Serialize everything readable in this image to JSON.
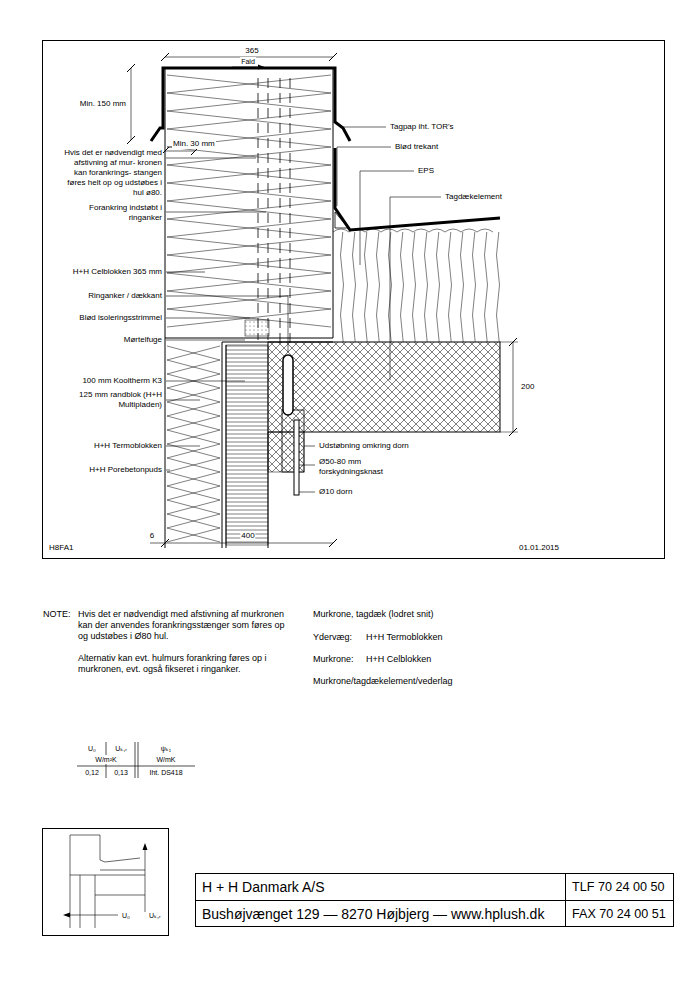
{
  "diagram": {
    "nodes": [
      {
        "text": [
          "H + H Danmark A/S",
          "Bushøjvænget 129 — 8270 Højbjerg — www.hplush.dk"
        ]
      },
      {
        "text": [
          "TLF 70 24 00 50",
          "FAX 70 24 00 51"
        ]
      }
    ],
    "labels": [
      "365",
      "Fald",
      "Min. 150 mm",
      "Min. 30 mm",
      "Hvis det er nødvendigt med afstivning af mur- kronen kan forankrings- stangen føres helt op og udstøbes i hul ø80.",
      "Forankring indstøbt i ringanker",
      "H+H Celblokken 365 mm",
      "Ringanker / dækkant",
      "Blød isoleringsstrimmel",
      "Mørtelfuge",
      "100 mm Kooltherm K3",
      "125 mm randblok (H+H Multipladen)",
      "H+H Termoblokken",
      "H+H Porebetonpuds",
      "Tagpap iht. TOR's",
      "Blød trekant",
      "EPS",
      "Tagdækelement",
      "200",
      "Udstøbning omkring dorn",
      "Ø50-80 mm forskydningsknast",
      "Ø10 dorn",
      "6",
      "400",
      "H8FA1",
      "01.01.2015",
      "NOTE:",
      "Hvis det er nødvendigt med afstivning af murkronen kan der anvendes forankringsstænger som føres op og udstøbes i Ø80 hul.",
      "Alternativ kan evt. hulmurs forankring føres op i murkronen, evt. også fikseret i ringanker.",
      "Murkrone, tagdæk (lodret snit)",
      "Ydervæg:",
      "H+H Termoblokken",
      "Murkrone:",
      "H+H Celblokken",
      "Murkrone/tagdækelement/vederlag",
      "U₀",
      "Uₖ,ᵣ",
      "ψₖ₁",
      "W/m²K",
      "W/mK",
      "0,12",
      "0,13",
      "Iht. DS418",
      "U₀",
      "Uₖ,ᵣ"
    ]
  }
}
